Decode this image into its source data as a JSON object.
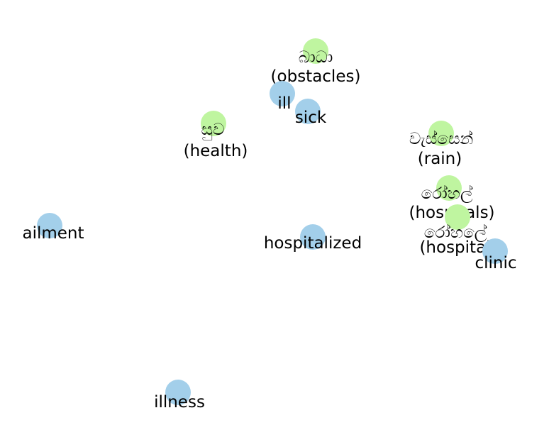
{
  "colors": {
    "sinhala_node": "#bff5a0",
    "english_node": "#a3cfea"
  },
  "nodes": [
    {
      "id": "badha",
      "label": "බාධා",
      "gloss": "(obstacles)",
      "kind": "sinhala"
    },
    {
      "id": "ill",
      "label": "ill",
      "kind": "english"
    },
    {
      "id": "sick",
      "label": "sick",
      "kind": "english"
    },
    {
      "id": "suwa",
      "label": "සුව",
      "gloss": "(health)",
      "kind": "sinhala"
    },
    {
      "id": "wessen",
      "label": "වැස්සෙන්",
      "gloss": "(rain)",
      "kind": "sinhala"
    },
    {
      "id": "rohal",
      "label": "රෝහල්",
      "gloss": "(hospitals)",
      "kind": "sinhala"
    },
    {
      "id": "rohale",
      "label": "රෝහලේ",
      "gloss": "(hospital)",
      "kind": "sinhala"
    },
    {
      "id": "clinic",
      "label": "clinic",
      "kind": "english"
    },
    {
      "id": "ailment",
      "label": "ailment",
      "kind": "english"
    },
    {
      "id": "hospitalized",
      "label": "hospitalized",
      "kind": "english"
    },
    {
      "id": "illness",
      "label": "illness",
      "kind": "english"
    }
  ]
}
